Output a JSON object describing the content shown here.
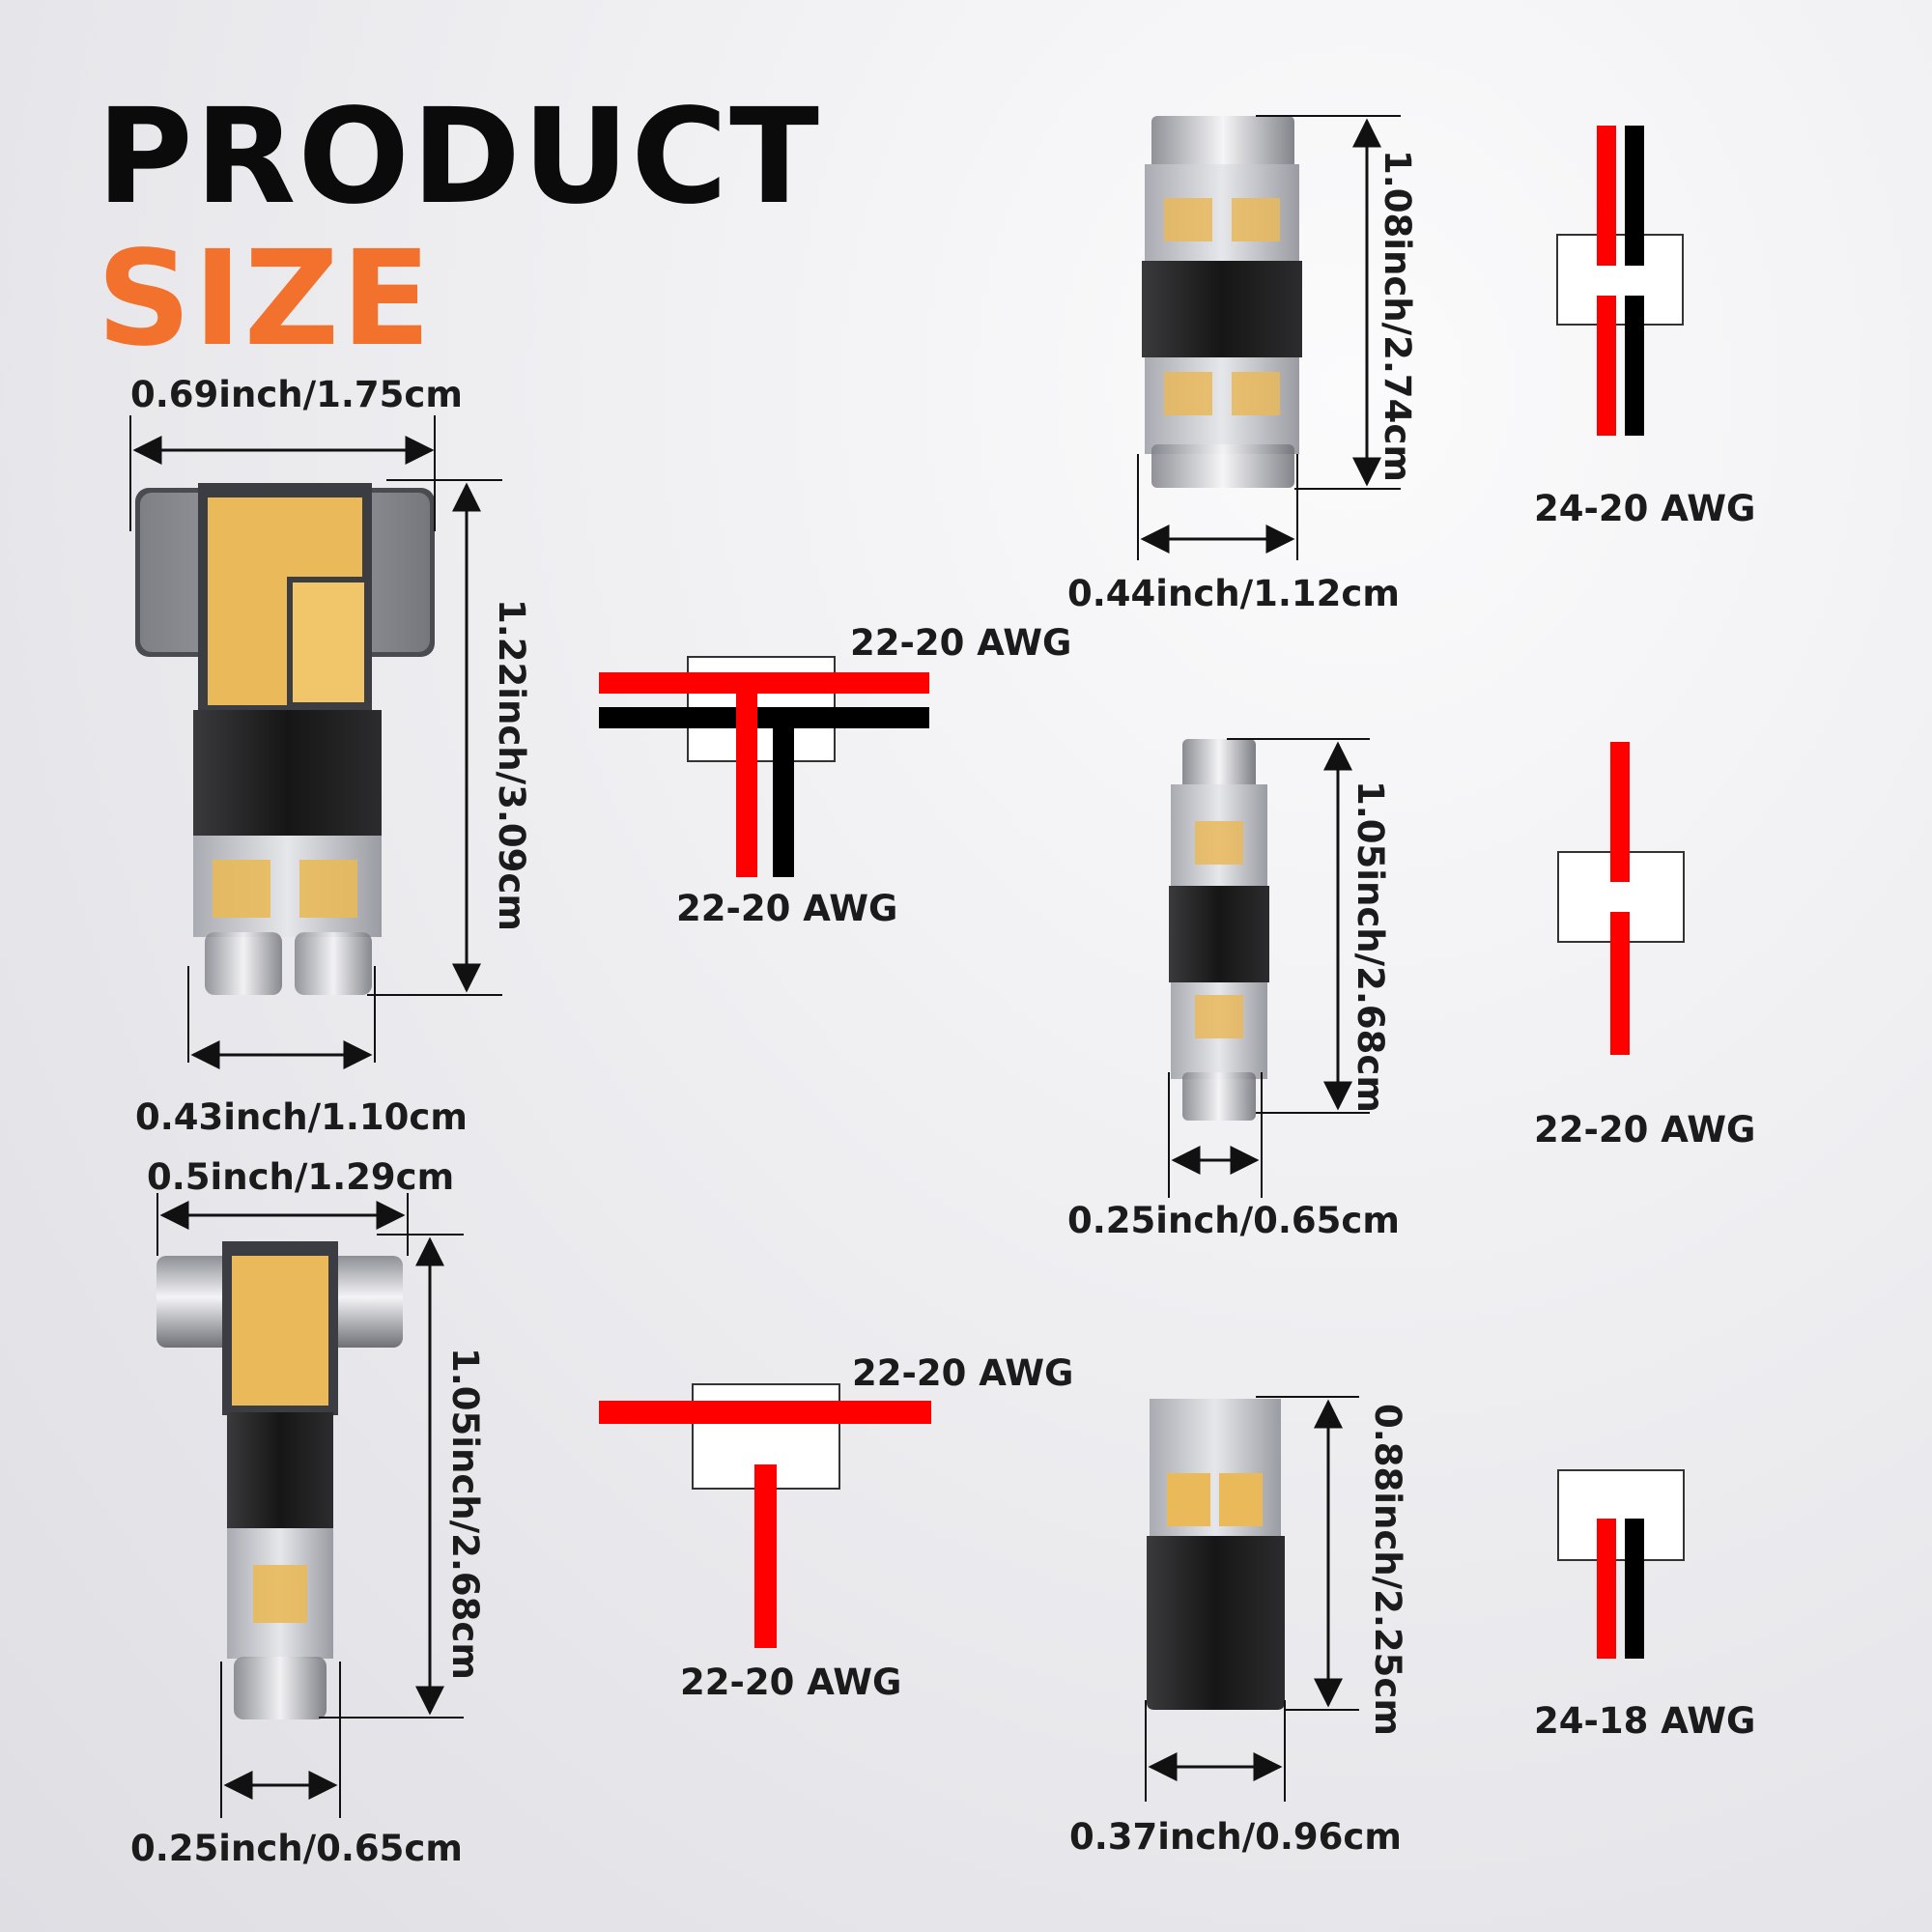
{
  "title": {
    "line1": "PRODUCT",
    "line2": "SIZE"
  },
  "colors": {
    "accent": "#f2712c",
    "wire_red": "#ff0000",
    "wire_black": "#000000",
    "connector_body": "#1c1c1c",
    "connector_clear": "#d8dadf",
    "contact_gold": "#e9b95a"
  },
  "products": [
    {
      "name": "t-tap-dual",
      "width_top": "0.69inch/1.75cm",
      "height": "1.22inch/3.09cm",
      "width_bottom": "0.43inch/1.10cm",
      "wire_run": "22-20 AWG",
      "wire_tap": "22-20 AWG"
    },
    {
      "name": "t-tap-single",
      "width_top": "0.5inch/1.29cm",
      "height": "1.05inch/2.68cm",
      "width_bottom": "0.25inch/0.65cm",
      "wire_run": "22-20 AWG",
      "wire_tap": "22-20 AWG"
    },
    {
      "name": "butt-dual",
      "height": "1.08inch/2.74cm",
      "width": "0.44inch/1.12cm",
      "awg": "24-20 AWG"
    },
    {
      "name": "butt-single",
      "height": "1.05inch/2.68cm",
      "width": "0.25inch/0.65cm",
      "awg": "22-20 AWG"
    },
    {
      "name": "end-cap-dual",
      "height": "0.88inch/2.25cm",
      "width": "0.37inch/0.96cm",
      "awg": "24-18 AWG"
    }
  ]
}
